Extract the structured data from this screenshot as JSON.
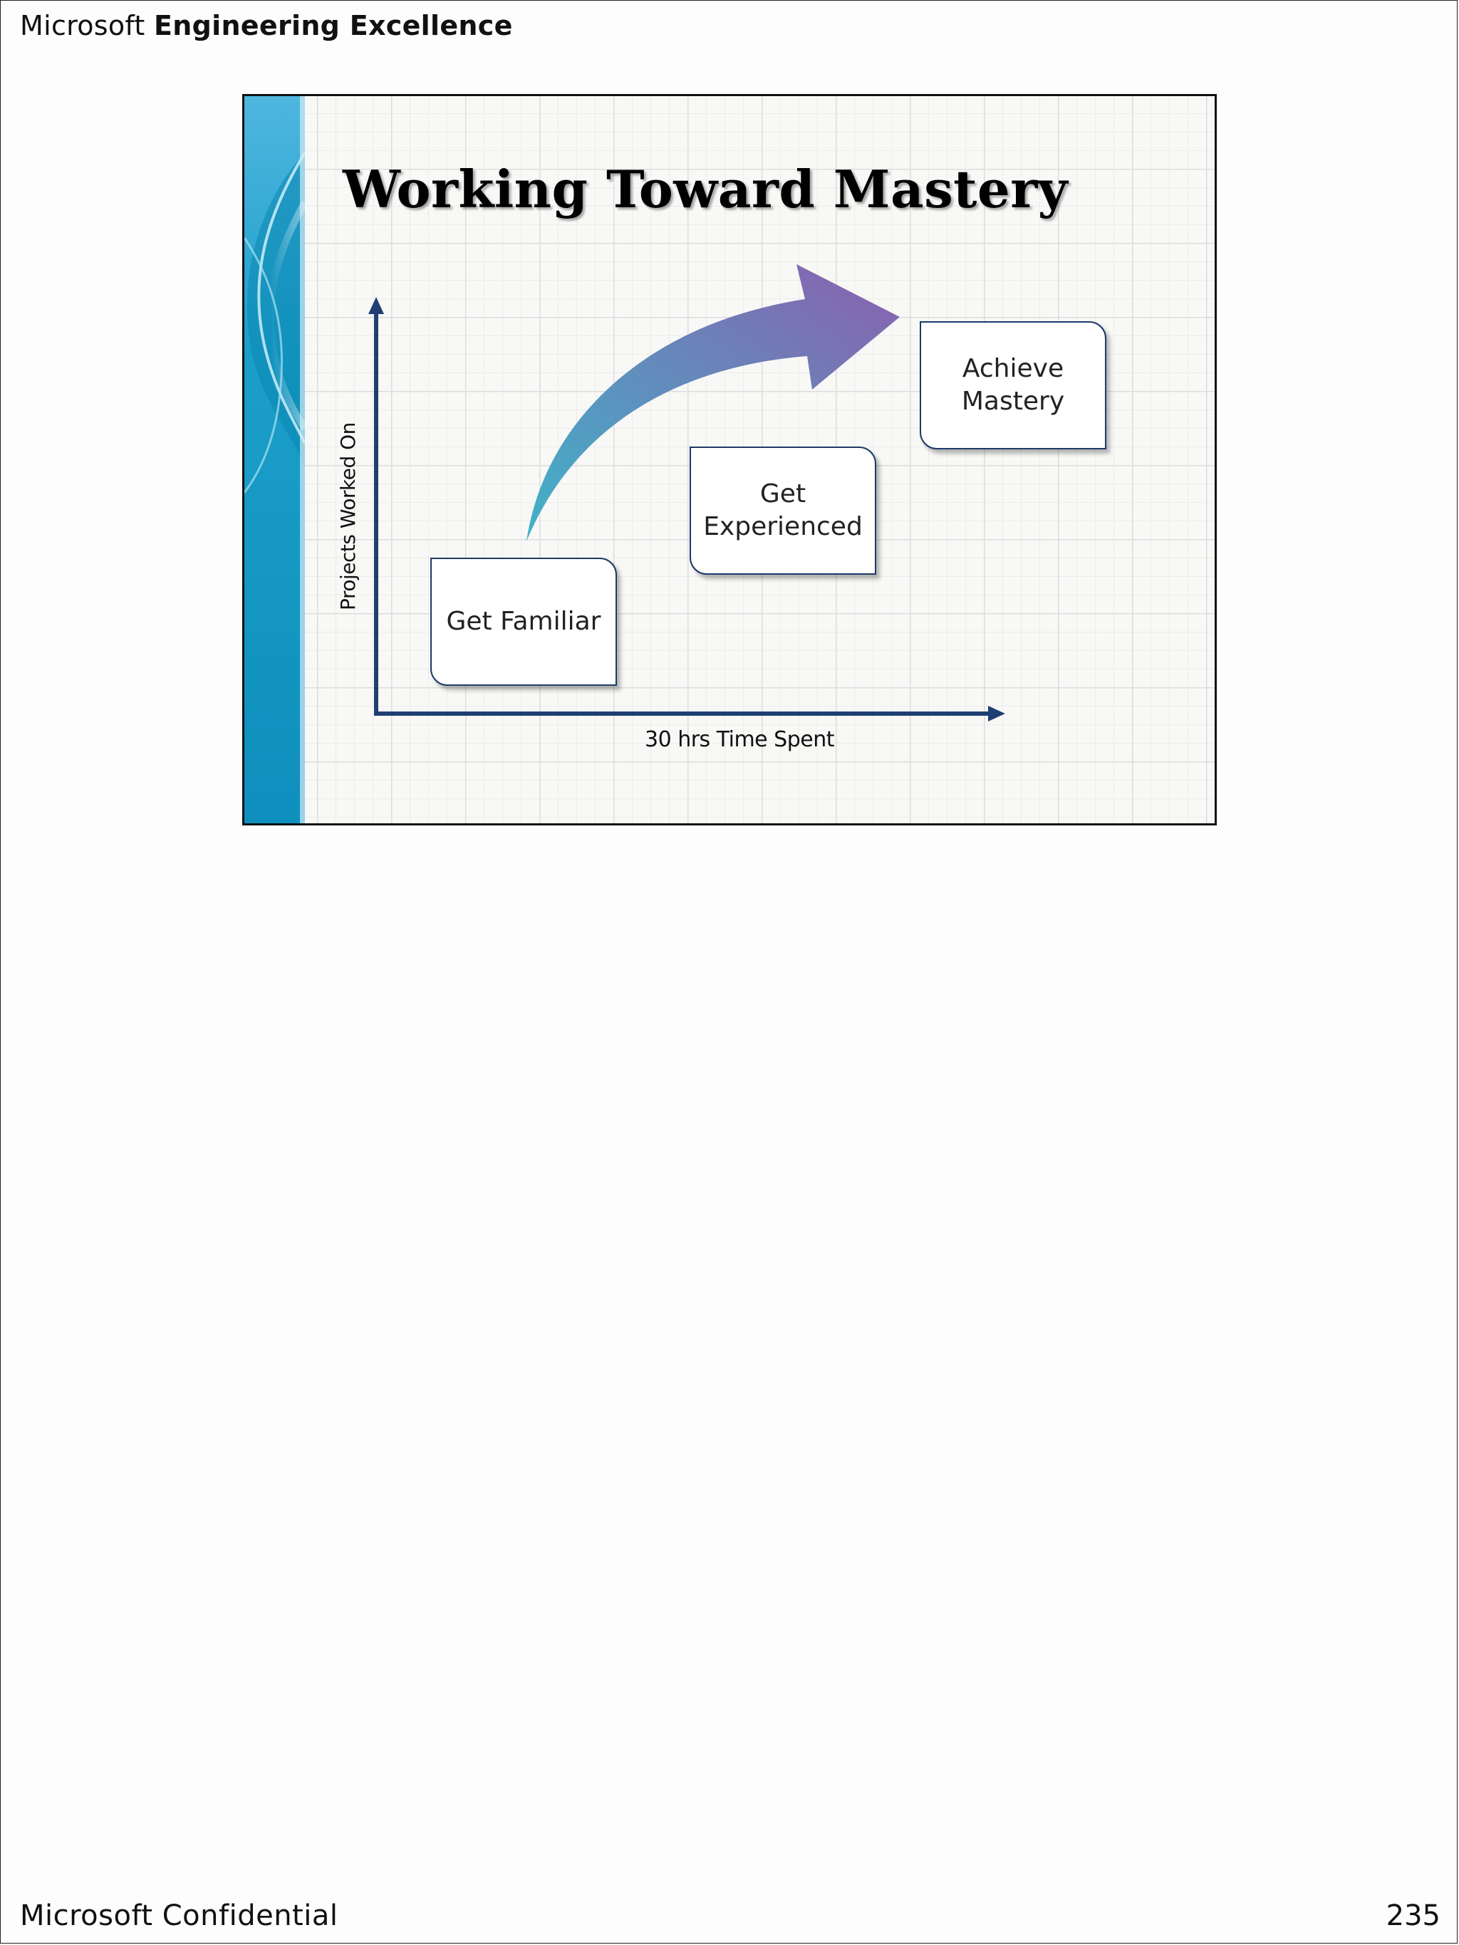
{
  "header": {
    "brand_prefix": "Microsoft ",
    "brand_strong": "Engineering Excellence"
  },
  "slide": {
    "title": "Working Toward Mastery",
    "y_axis_label": "Projects Worked On",
    "x_axis_label": "30 hrs Time Spent",
    "steps": [
      {
        "lines": [
          "Get Familiar"
        ]
      },
      {
        "lines": [
          "Get",
          "Experienced"
        ]
      },
      {
        "lines": [
          "Achieve",
          "Mastery"
        ]
      }
    ],
    "colors": {
      "axis": "#1f3f73",
      "arrow_start": "#3fb3c8",
      "arrow_end": "#8a60ae",
      "sidebar": "#1aa3c9"
    }
  },
  "footer": {
    "confidential": "Microsoft Confidential",
    "page_number": "235"
  }
}
